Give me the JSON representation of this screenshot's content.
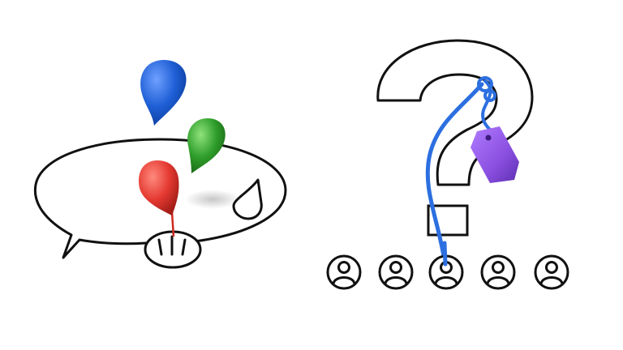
{
  "illustration": {
    "left_scene": {
      "icons": [
        "speech-bubble-icon",
        "face-icon",
        "water-drop-icon",
        "map-pin-icon"
      ],
      "pins": [
        {
          "name": "blue-pin",
          "color": "#1f5fd6"
        },
        {
          "name": "green-pin",
          "color": "#2f9e2a"
        },
        {
          "name": "red-pin",
          "color": "#e53a32"
        }
      ]
    },
    "right_scene": {
      "icons": [
        "question-mark-icon",
        "tag-icon",
        "string-icon"
      ],
      "tag_color": "#8a4fe0",
      "string_color": "#2c6fe0",
      "user_icon_count": 5
    },
    "colors": {
      "outline": "#111111",
      "background": "#ffffff"
    }
  }
}
